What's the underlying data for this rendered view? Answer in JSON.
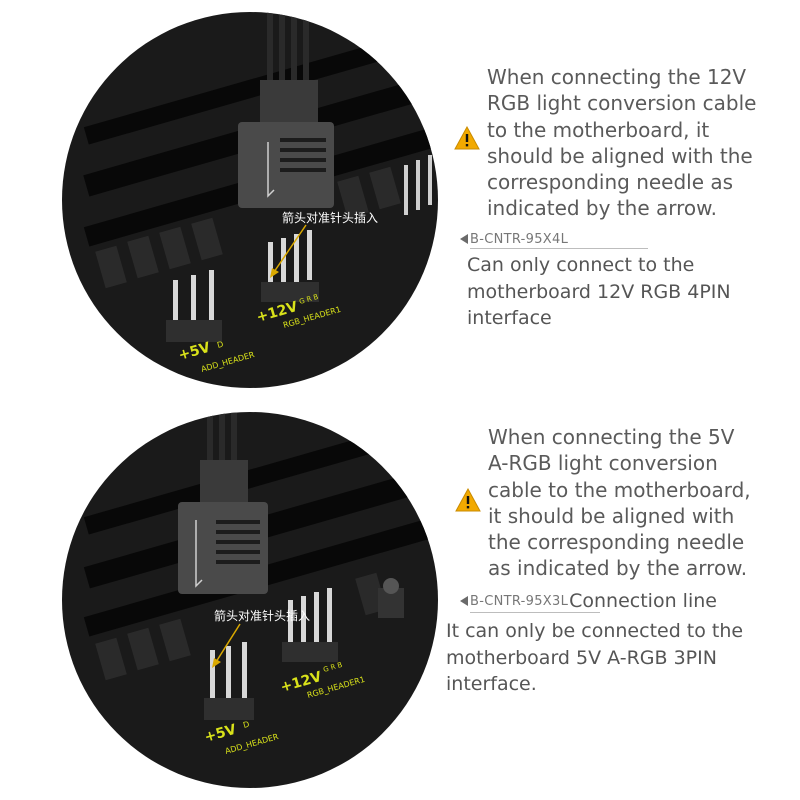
{
  "panels": [
    {
      "pcb_note": "箭头对准针头插入",
      "label_left_voltage": "+5V",
      "label_left_pin": "D",
      "label_left_header": "ADD_HEADER",
      "label_right_voltage": "+12V",
      "label_right_pins": "G R B",
      "label_right_header": "RGB_HEADER1",
      "warning_lines": [
        "When connecting the 12V",
        "RGB light conversion cable",
        "to the motherboard, it",
        "should be aligned with the",
        "corresponding needle as",
        "indicated by the arrow."
      ],
      "model_code": "B-CNTR-95X4L",
      "model_suffix": "",
      "info_lines": [
        "Can only connect to the",
        "motherboard 12V RGB 4PIN",
        "interface"
      ]
    },
    {
      "pcb_note": "箭头对准针头插入",
      "label_left_voltage": "+5V",
      "label_left_pin": "D",
      "label_left_header": "ADD_HEADER",
      "label_right_voltage": "+12V",
      "label_right_pins": "G R B",
      "label_right_header": "RGB_HEADER1",
      "warning_lines": [
        "When connecting the 5V",
        "A-RGB light conversion",
        "cable to the motherboard,",
        "it should be aligned with",
        "the corresponding needle",
        "as indicated by the arrow."
      ],
      "model_code": "B-CNTR-95X3L",
      "model_suffix": "Connection line",
      "info_lines": [
        "It can only be connected to the",
        "motherboard 5V A-RGB 3PIN",
        "interface."
      ]
    }
  ],
  "icons": {
    "warning": "warning-triangle-icon",
    "pointer": "left-pointer-icon"
  },
  "colors": {
    "text": "#555555",
    "warning_fill": "#f2a900",
    "label_yellow": "#d9e21a",
    "board": "#161616"
  }
}
